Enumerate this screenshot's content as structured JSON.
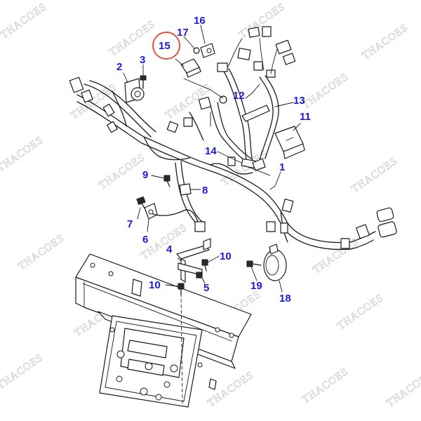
{
  "watermark": {
    "text": "THACOES"
  },
  "colors": {
    "callout": "#1b1bd6",
    "highlight_ring": "#e2553d",
    "line": "#1a1a1a",
    "watermark": "#cfcfcf"
  },
  "highlighted_part": "15",
  "callouts": [
    {
      "id": "c1",
      "label": "1"
    },
    {
      "id": "c2",
      "label": "2"
    },
    {
      "id": "c3",
      "label": "3"
    },
    {
      "id": "c4",
      "label": "4"
    },
    {
      "id": "c5",
      "label": "5"
    },
    {
      "id": "c6",
      "label": "6"
    },
    {
      "id": "c7",
      "label": "7"
    },
    {
      "id": "c8",
      "label": "8"
    },
    {
      "id": "c9",
      "label": "9"
    },
    {
      "id": "c10a",
      "label": "10"
    },
    {
      "id": "c10b",
      "label": "10"
    },
    {
      "id": "c11",
      "label": "11"
    },
    {
      "id": "c12",
      "label": "12"
    },
    {
      "id": "c13",
      "label": "13"
    },
    {
      "id": "c14",
      "label": "14"
    },
    {
      "id": "c15",
      "label": "15"
    },
    {
      "id": "c16",
      "label": "16"
    },
    {
      "id": "c17",
      "label": "17"
    },
    {
      "id": "c18",
      "label": "18"
    },
    {
      "id": "c19",
      "label": "19"
    }
  ]
}
